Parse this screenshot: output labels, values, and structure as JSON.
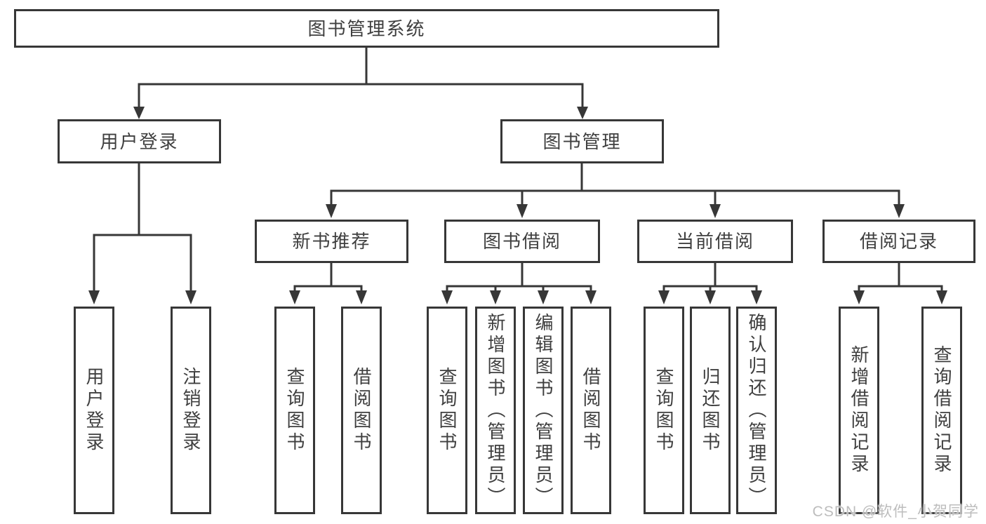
{
  "diagram": {
    "type": "hierarchy-tree",
    "root": {
      "label": "图书管理系统",
      "children": [
        {
          "label": "用户登录",
          "children": [
            {
              "label": "用户登录"
            },
            {
              "label": "注销登录"
            }
          ]
        },
        {
          "label": "图书管理",
          "children": [
            {
              "label": "新书推荐",
              "children": [
                {
                  "label": "查询图书"
                },
                {
                  "label": "借阅图书"
                }
              ]
            },
            {
              "label": "图书借阅",
              "children": [
                {
                  "label": "查询图书"
                },
                {
                  "label": "新增图书（管理员）"
                },
                {
                  "label": "编辑图书（管理员）"
                },
                {
                  "label": "借阅图书"
                }
              ]
            },
            {
              "label": "当前借阅",
              "children": [
                {
                  "label": "查询图书"
                },
                {
                  "label": "归还图书"
                },
                {
                  "label": "确认归还（管理员）"
                }
              ]
            },
            {
              "label": "借阅记录",
              "children": [
                {
                  "label": "新增借阅记录"
                },
                {
                  "label": "查询借阅记录"
                }
              ]
            }
          ]
        }
      ]
    }
  },
  "watermark": {
    "text": "CSDN @软件_小贺同学"
  },
  "colors": {
    "line": "#373737",
    "text": "#3f3f3f",
    "watermark": "#bdbdbd",
    "background": "#ffffff"
  }
}
